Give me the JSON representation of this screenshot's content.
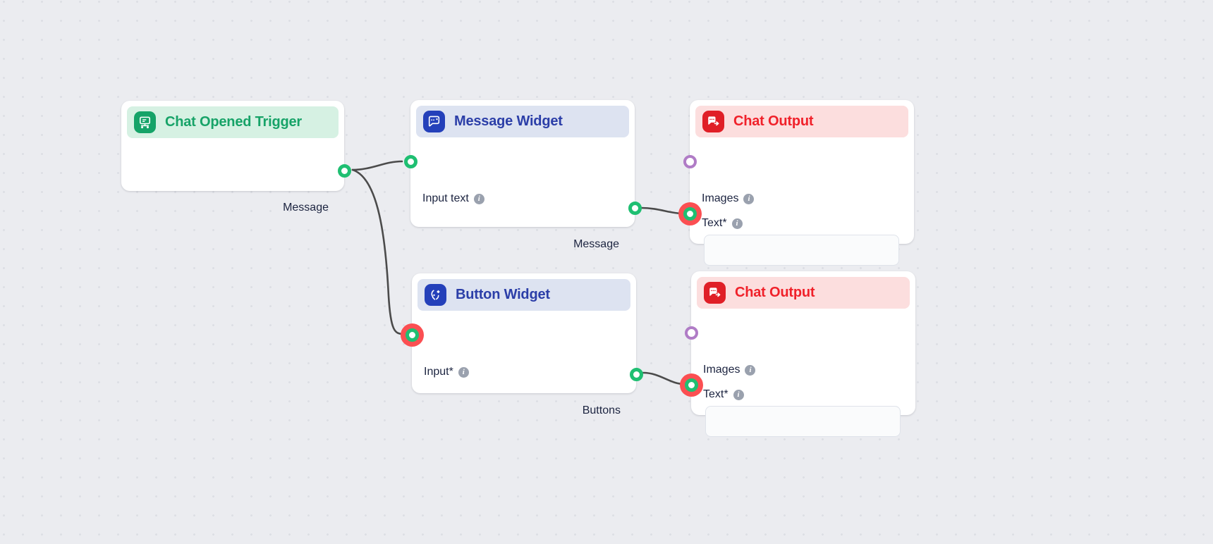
{
  "canvas": {
    "background_color": "#ebecf0",
    "dot_color": "#dcdee4",
    "edge_color": "#4b4b4b"
  },
  "theme_colors": {
    "trigger_header_bg": "#d6f1e3",
    "trigger_title": "#17a368",
    "trigger_icon_bg": "#15a368",
    "widget_header_bg": "#dde3f1",
    "widget_title": "#2b3ea8",
    "widget_icon_bg": "#2440ba",
    "output_header_bg": "#fcdede",
    "output_title": "#f0212a",
    "output_icon_bg": "#e01f27",
    "port_green": "#1fbf72",
    "port_purple": "#b07cc6",
    "port_required_ring": "#fb4f52"
  },
  "nodes": [
    {
      "id": "chat-opened-trigger",
      "title": "Chat Opened Trigger",
      "icon_name": "chat-trigger-icon",
      "outputs": [
        {
          "label": "Message",
          "port_name": "output-port-message",
          "port_kind": "green"
        }
      ],
      "inputs": []
    },
    {
      "id": "message-widget",
      "title": "Message Widget",
      "icon_name": "message-widget-icon",
      "inputs": [
        {
          "label": "Input text",
          "port_name": "input-port-input-text",
          "port_kind": "green",
          "info": "i"
        }
      ],
      "outputs": [
        {
          "label": "Message",
          "port_name": "output-port-message",
          "port_kind": "green"
        }
      ]
    },
    {
      "id": "chat-output-top",
      "title": "Chat Output",
      "icon_name": "chat-output-icon",
      "inputs": [
        {
          "label": "Images",
          "port_name": "input-port-images",
          "port_kind": "purple",
          "info": "i"
        },
        {
          "label": "Text*",
          "port_name": "input-port-text",
          "port_kind": "required",
          "info": "i"
        }
      ],
      "field": {
        "name": "text-input-field",
        "value": "",
        "placeholder": ""
      }
    },
    {
      "id": "button-widget",
      "title": "Button Widget",
      "icon_name": "button-widget-icon",
      "inputs": [
        {
          "label": "Input*",
          "port_name": "input-port-input",
          "port_kind": "required",
          "info": "i"
        }
      ],
      "outputs": [
        {
          "label": "Buttons",
          "port_name": "output-port-buttons",
          "port_kind": "green"
        }
      ]
    },
    {
      "id": "chat-output-bottom",
      "title": "Chat Output",
      "icon_name": "chat-output-icon",
      "inputs": [
        {
          "label": "Images",
          "port_name": "input-port-images",
          "port_kind": "purple",
          "info": "i"
        },
        {
          "label": "Text*",
          "port_name": "input-port-text",
          "port_kind": "required",
          "info": "i"
        }
      ],
      "field": {
        "name": "text-input-field",
        "value": "",
        "placeholder": ""
      }
    }
  ],
  "edges": [
    {
      "name": "edge-trigger-to-message-widget",
      "from": "chat-opened-trigger.Message",
      "to": "message-widget.Input text"
    },
    {
      "name": "edge-trigger-to-button-widget",
      "from": "chat-opened-trigger.Message",
      "to": "button-widget.Input*"
    },
    {
      "name": "edge-message-widget-to-chat-output-top",
      "from": "message-widget.Message",
      "to": "chat-output-top.Text*"
    },
    {
      "name": "edge-button-widget-to-chat-output-bottom",
      "from": "button-widget.Buttons",
      "to": "chat-output-bottom.Text*"
    }
  ]
}
